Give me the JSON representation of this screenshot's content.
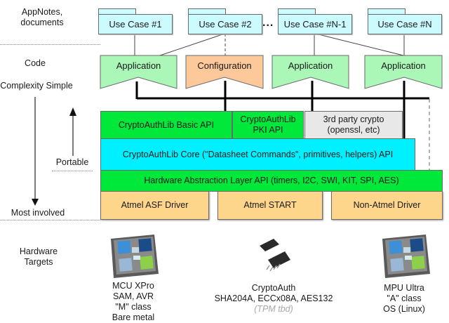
{
  "left_labels": {
    "appnotes": "AppNotes,\ndocuments",
    "code": "Code",
    "complexity": "Complexity Simple",
    "portable": "Portable",
    "most_involved": "Most involved",
    "hardware_targets": "Hardware\nTargets"
  },
  "use_cases": [
    {
      "label": "Use Case #1"
    },
    {
      "label": "Use Case #2"
    },
    {
      "label": "Use Case #N-1"
    },
    {
      "label": "Use Case #N"
    }
  ],
  "ellipsis": "...",
  "code_blocks": [
    {
      "label": "Application",
      "color": "#aaf7b8"
    },
    {
      "label": "Configuration",
      "color": "#fdc89a"
    },
    {
      "label": "Application",
      "color": "#aaf7b8"
    },
    {
      "label": "Application",
      "color": "#aaf7b8"
    }
  ],
  "layers": {
    "basic_api": "CryptoAuthLib Basic API",
    "pki_api": "CryptoAuthLib\nPKI API",
    "third_party": "3rd party crypto\n(openssl, etc)",
    "core": "CryptoAuthLib Core (\"Datasheet Commands\", primitives, helpers) API",
    "hal": "Hardware Abstraction Layer API (timers, I2C, SWI, KIT, SPI, AES)",
    "drivers": [
      "Atmel ASF Driver",
      "Atmel START",
      "Non-Atmel Driver"
    ]
  },
  "hardware": [
    {
      "icon": "mcu-chip-icon",
      "lines": [
        "MCU XPro",
        "SAM, AVR",
        "\"M\" class",
        "Bare metal"
      ]
    },
    {
      "icon": "soic-chip-icon",
      "lines": [
        "CryptoAuth",
        "SHA204A, ECCx08A, AES132"
      ],
      "note": "(TPM tbd)"
    },
    {
      "icon": "mpu-chip-icon",
      "lines": [
        "MPU Ultra",
        "\"A\" class",
        "OS (Linux)"
      ]
    }
  ],
  "colors": {
    "green_layer": "#00e83a",
    "cyan_layer": "#00f0ff",
    "grey_layer": "#e8e8e8",
    "driver": "#fdd58b",
    "use_case": "#ccfbff"
  }
}
